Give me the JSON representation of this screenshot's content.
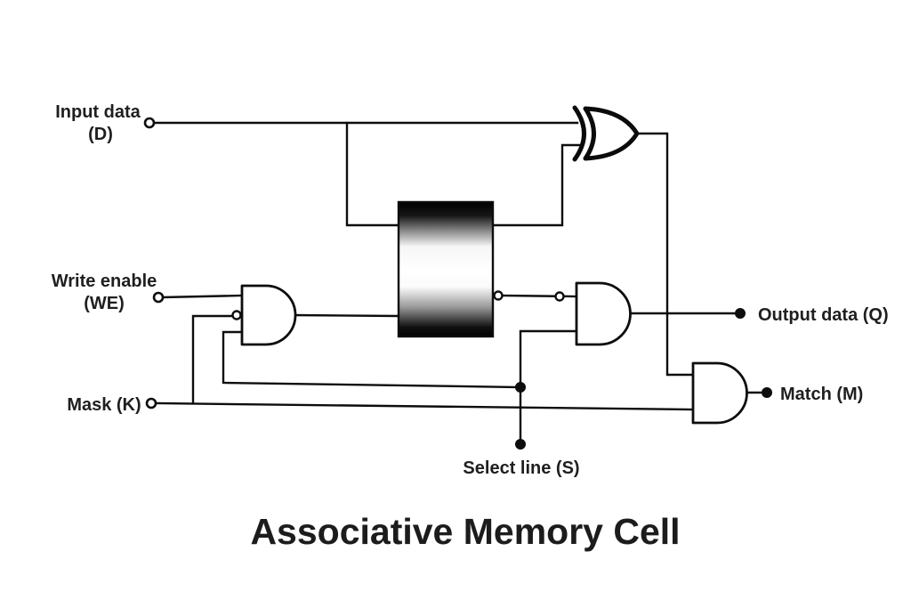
{
  "title": "Associative Memory Cell",
  "labels": {
    "input_data_1": "Input data",
    "input_data_2": "(D)",
    "write_enable_1": "Write enable",
    "write_enable_2": "(WE)",
    "mask": "Mask (K)",
    "select_line": "Select line (S)",
    "output_data": "Output data (Q)",
    "match": "Match (M)"
  },
  "components": [
    "xor-gate",
    "write-and-gate",
    "read-and-gate",
    "match-and-gate",
    "memory-cell-flipflop"
  ],
  "colors": {
    "line": "#0d0d0d",
    "text": "#1f1f1f",
    "background": "#ffffff",
    "cell_gradient_ends": "#000000",
    "cell_gradient_middle": "#ffffff"
  }
}
